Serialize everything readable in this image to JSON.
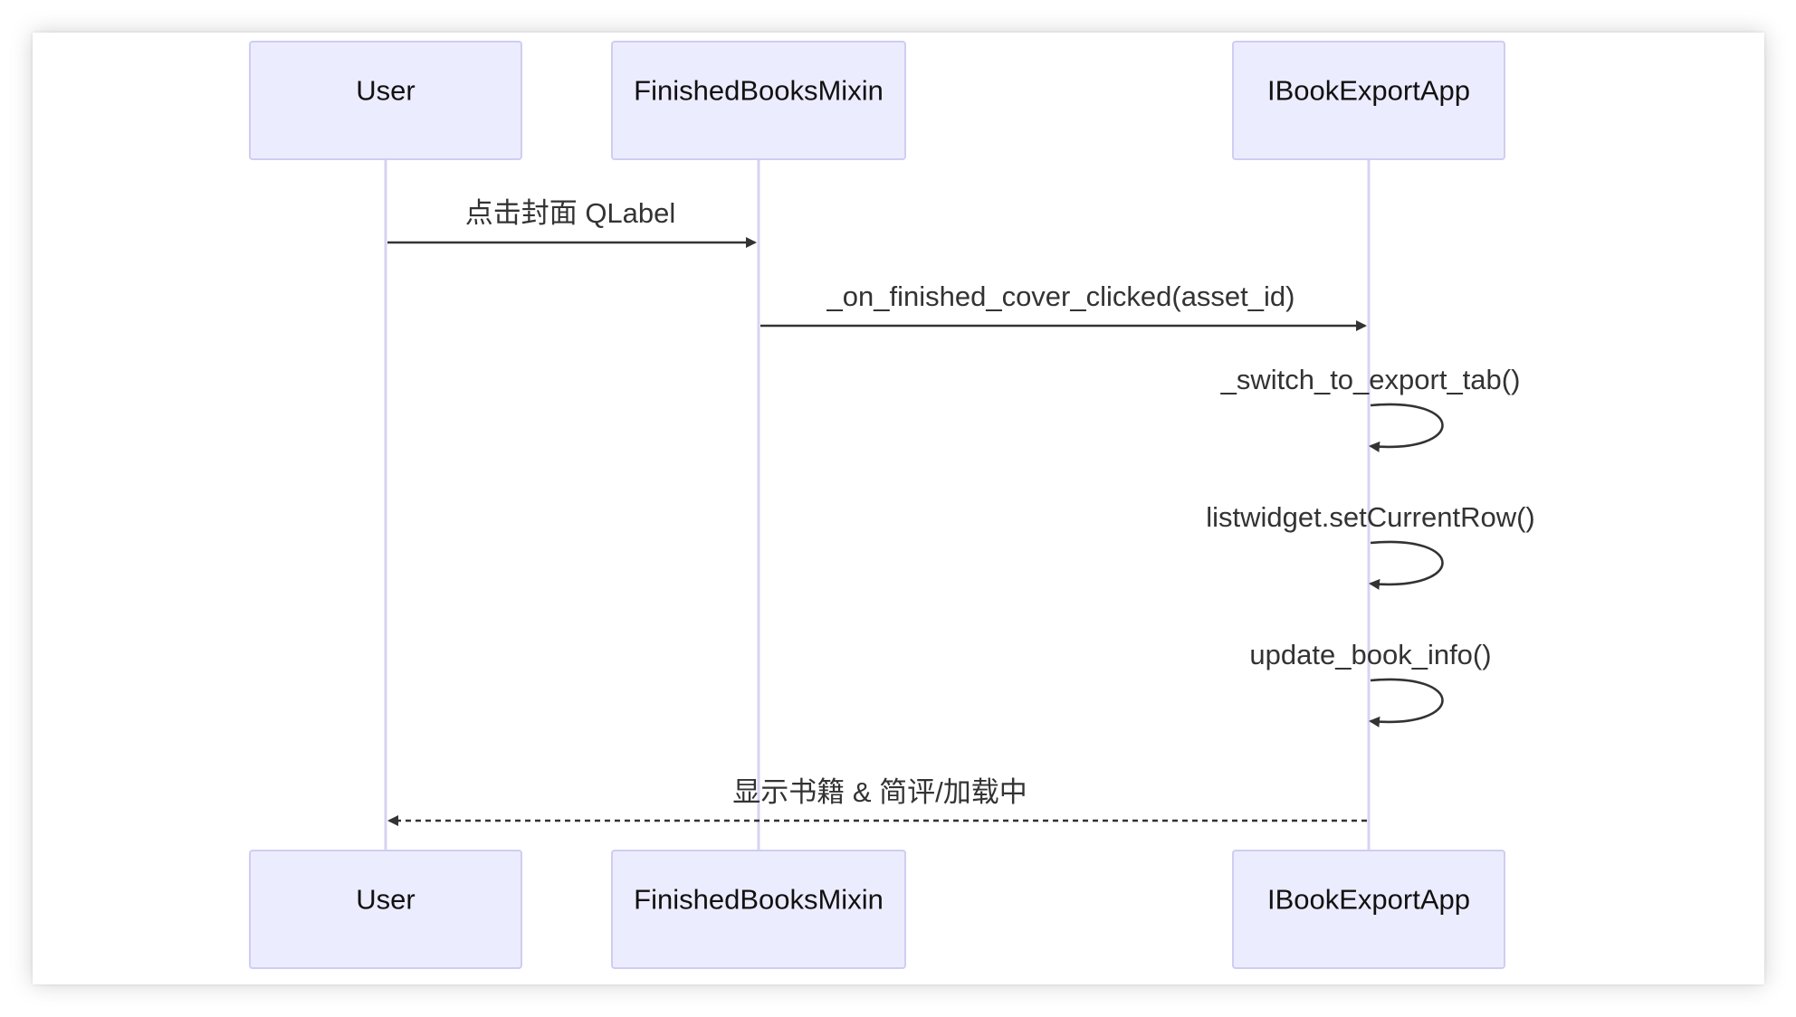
{
  "participants": [
    {
      "id": "user",
      "label": "User"
    },
    {
      "id": "finished",
      "label": "FinishedBooksMixin"
    },
    {
      "id": "app",
      "label": "IBookExportApp"
    }
  ],
  "messages": [
    {
      "from": "user",
      "to": "finished",
      "label": "点击封面 QLabel",
      "style": "solid"
    },
    {
      "from": "finished",
      "to": "app",
      "label": "_on_finished_cover_clicked(asset_id)",
      "style": "solid"
    },
    {
      "from": "app",
      "to": "app",
      "label": "_switch_to_export_tab()",
      "style": "solid"
    },
    {
      "from": "app",
      "to": "app",
      "label": "listwidget.setCurrentRow()",
      "style": "solid"
    },
    {
      "from": "app",
      "to": "app",
      "label": "update_book_info()",
      "style": "solid"
    },
    {
      "from": "app",
      "to": "user",
      "label": "显示书籍 & 简评/加载中",
      "style": "dashed"
    }
  ],
  "colors": {
    "actor_fill": "#ececff",
    "actor_stroke": "#cfcdf3",
    "lifeline": "#d6d3f2",
    "message": "#333333"
  }
}
